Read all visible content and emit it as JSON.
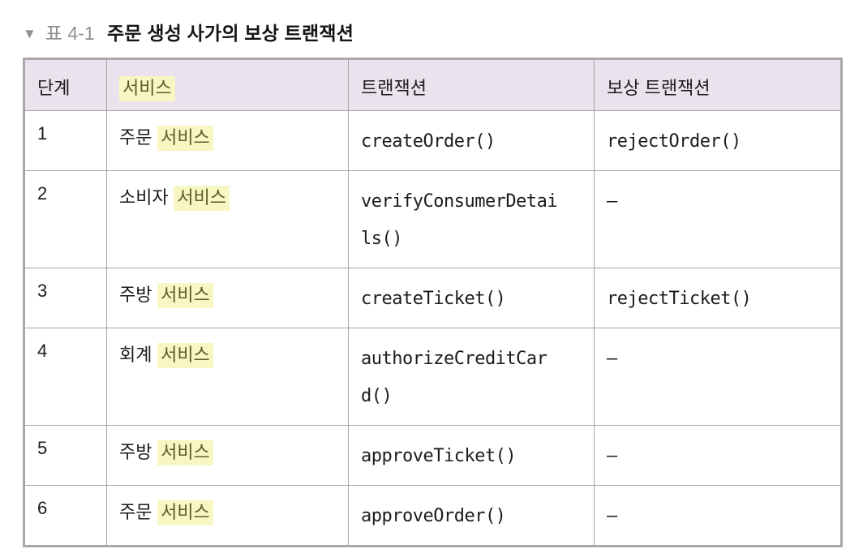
{
  "caption": {
    "marker": "▼",
    "label": "표 4-1",
    "title": "주문 생성 사가의 보상 트랜잭션"
  },
  "table": {
    "headers": [
      {
        "text": "단계",
        "highlighted": false
      },
      {
        "text": "서비스",
        "highlighted": true
      },
      {
        "text": "트랜잭션",
        "highlighted": false
      },
      {
        "text": "보상 트랜잭션",
        "highlighted": false
      }
    ],
    "rows": [
      {
        "step": "1",
        "service_prefix": "주문",
        "service_highlight": "서비스",
        "transaction": "createOrder()",
        "compensating_transaction": "rejectOrder()"
      },
      {
        "step": "2",
        "service_prefix": "소비자",
        "service_highlight": "서비스",
        "transaction": "verifyConsumerDetai\nls()",
        "compensating_transaction": "–"
      },
      {
        "step": "3",
        "service_prefix": "주방",
        "service_highlight": "서비스",
        "transaction": "createTicket()",
        "compensating_transaction": "rejectTicket()"
      },
      {
        "step": "4",
        "service_prefix": "회계",
        "service_highlight": "서비스",
        "transaction": "authorizeCreditCar\nd()",
        "compensating_transaction": "–"
      },
      {
        "step": "5",
        "service_prefix": "주방",
        "service_highlight": "서비스",
        "transaction": "approveTicket()",
        "compensating_transaction": "–"
      },
      {
        "step": "6",
        "service_prefix": "주문",
        "service_highlight": "서비스",
        "transaction": "approveOrder()",
        "compensating_transaction": "–"
      }
    ]
  },
  "colors": {
    "caption_gray": "#8f8f8f",
    "title_black": "#141414",
    "header_bg": "#eae3ed",
    "border_outer": "#a8a8a8",
    "border_inner": "#a3a3a3",
    "body_text": "#1c1c1c",
    "highlight_bg": "#f8f6c2",
    "highlight_text": "#5d5d28"
  }
}
